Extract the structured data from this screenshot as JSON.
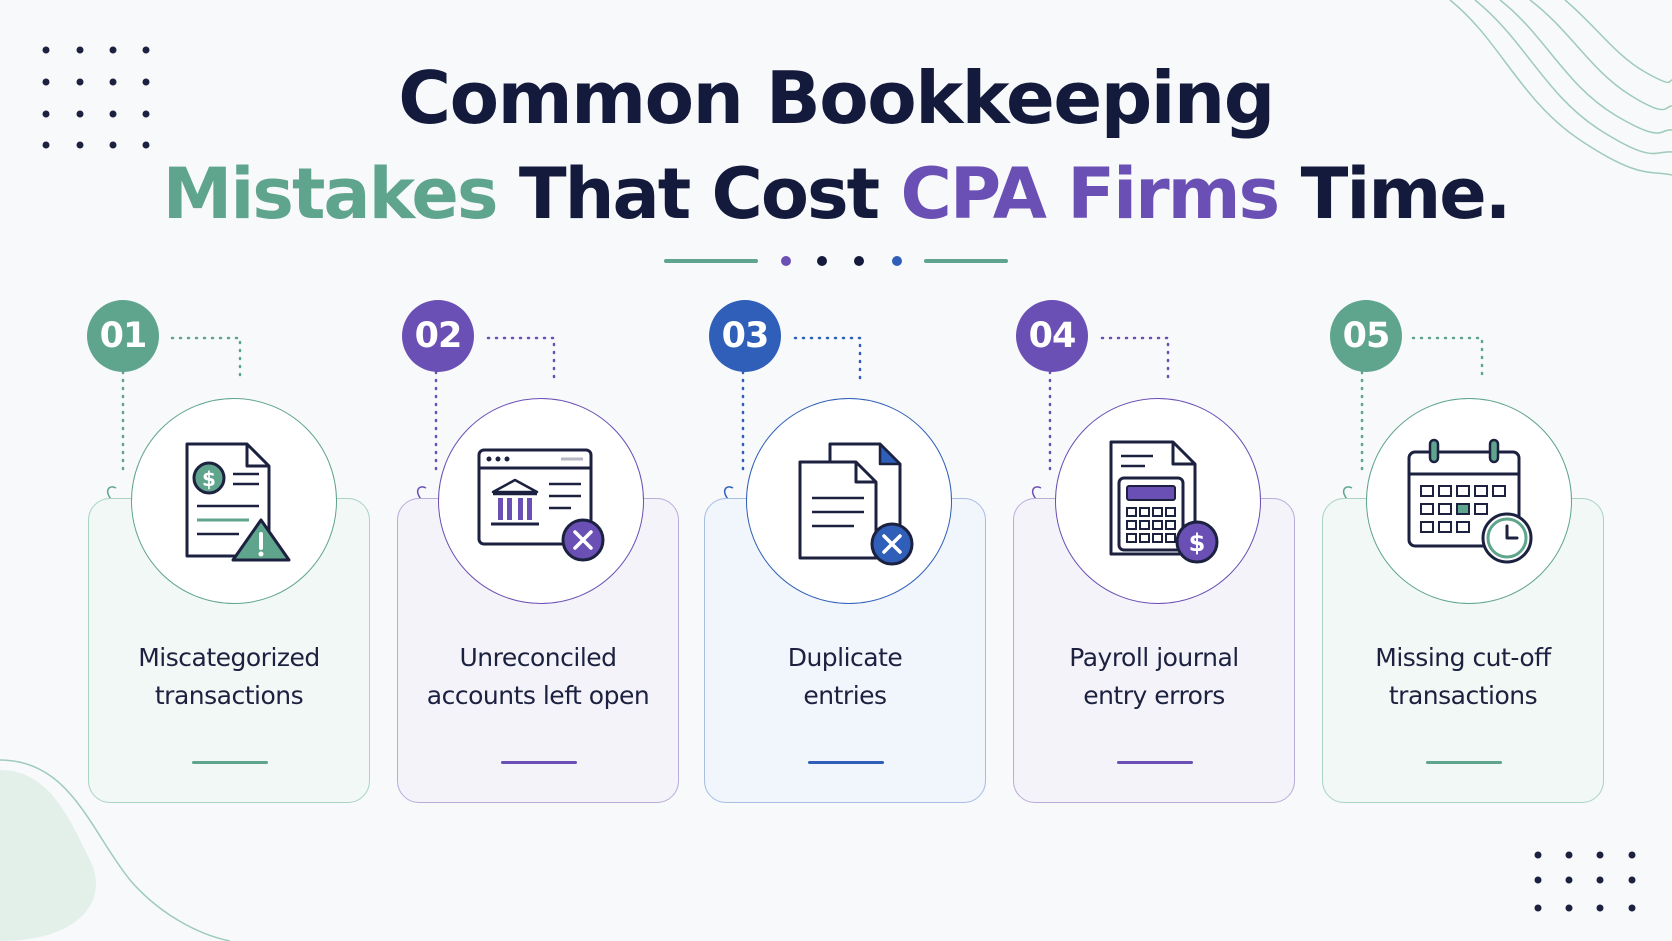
{
  "title": {
    "line1": "Common Bookkeeping",
    "line2": [
      {
        "text": "Mistakes",
        "style": "green"
      },
      {
        "text": " That Cost ",
        "style": "dark"
      },
      {
        "text": "CPA Firms",
        "style": "purple"
      },
      {
        "text": " Time.",
        "style": "dark"
      }
    ]
  },
  "colors": {
    "green": "#5fa48c",
    "purple": "#6a4fb4",
    "blue": "#2f5fb8",
    "navy": "#141a3c"
  },
  "steps": [
    {
      "number": "01",
      "label_lines": [
        "Miscategorized",
        "transactions"
      ],
      "icon": "invoice-warning-icon",
      "accent": "#5fa48c",
      "fill": "#f2f8f5"
    },
    {
      "number": "02",
      "label_lines": [
        "Unreconciled",
        "accounts left open"
      ],
      "icon": "bank-window-error-icon",
      "accent": "#6a4fb4",
      "fill": "#f5f3fa"
    },
    {
      "number": "03",
      "label_lines": [
        "Duplicate",
        "entries"
      ],
      "icon": "duplicate-documents-error-icon",
      "accent": "#2f5fb8",
      "fill": "#f1f5fc"
    },
    {
      "number": "04",
      "label_lines": [
        "Payroll journal",
        "entry errors"
      ],
      "icon": "calculator-dollar-icon",
      "accent": "#6a4fb4",
      "fill": "#f5f3fa"
    },
    {
      "number": "05",
      "label_lines": [
        "Missing cut-off",
        "transactions"
      ],
      "icon": "calendar-clock-icon",
      "accent": "#5fa48c",
      "fill": "#f2f8f5"
    }
  ]
}
